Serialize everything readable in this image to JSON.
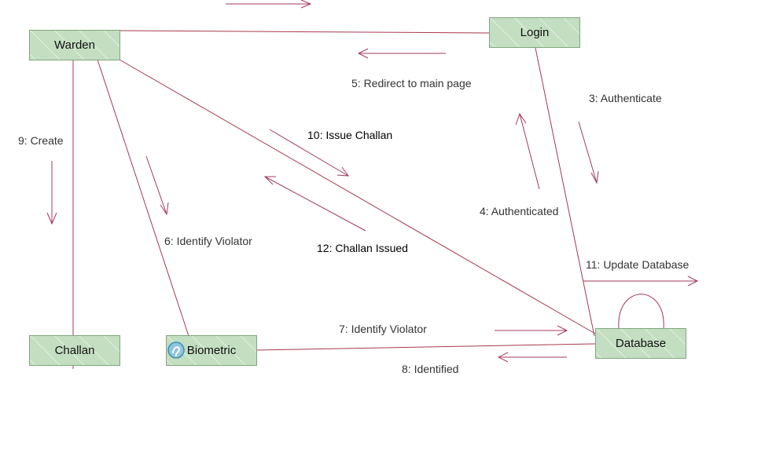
{
  "nodes": {
    "warden": "Warden",
    "login": "Login",
    "challan": "Challan",
    "biometric": "Biometric",
    "database": "Database"
  },
  "messages": {
    "m3": "3: Authenticate",
    "m4": "4: Authenticated",
    "m5": "5: Redirect to main page",
    "m6": "6: Identify Violator",
    "m7": "7: Identify Violator",
    "m8": "8: Identified",
    "m9": "9: Create",
    "m10": "10: Issue Challan",
    "m11": "11: Update Database",
    "m12": "12: Challan Issued"
  },
  "colors": {
    "link": "#a8384f",
    "arrow": "#a33a5a",
    "node_fill": "#c3dec1",
    "node_border": "#7fa77c"
  }
}
